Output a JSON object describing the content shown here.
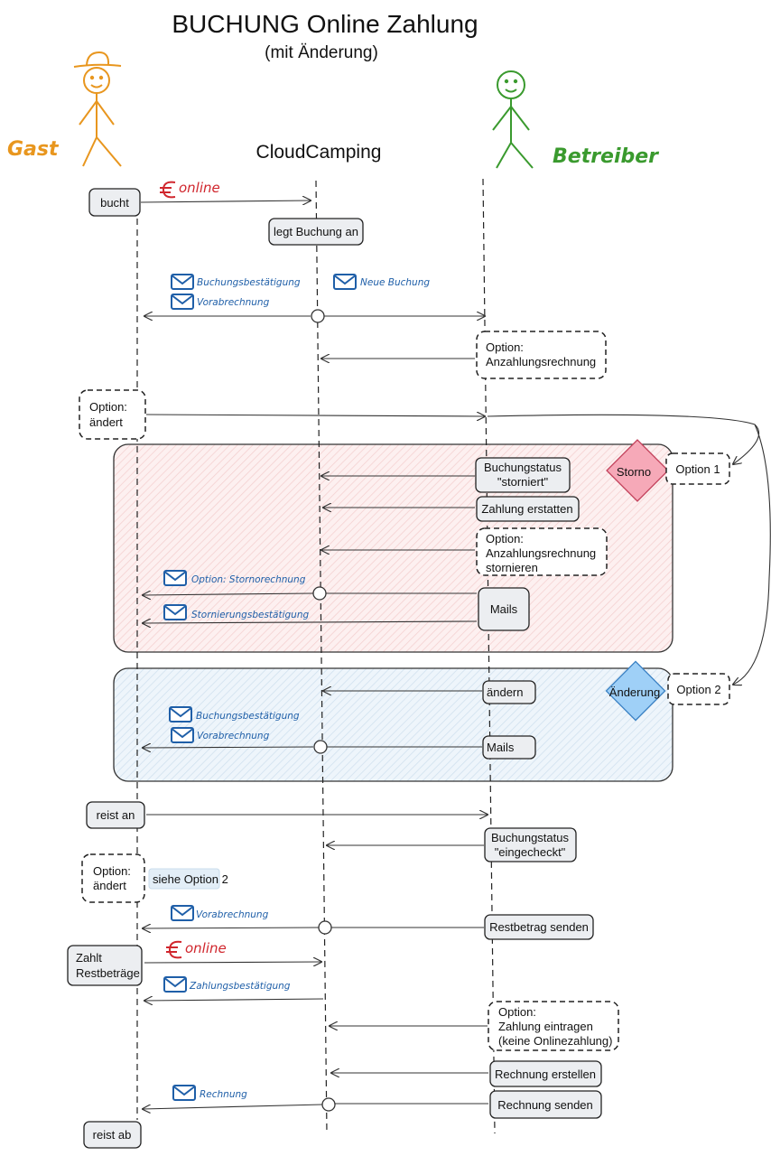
{
  "title": "BUCHUNG Online Zahlung",
  "subtitle": "(mit Änderung)",
  "actors": {
    "guest": "Gast",
    "system": "CloudCamping",
    "operator": "Betreiber"
  },
  "payment_label": "online",
  "steps": {
    "bucht": "bucht",
    "legt_buchung_an": "legt Buchung an",
    "option_anzahlung_1": "Option:",
    "option_anzahlung_2": "Anzahlungsrechnung",
    "option_aendert_1": "Option:",
    "option_aendert_2": "ändert",
    "status_storniert_1": "Buchungstatus",
    "status_storniert_2": "\"storniert\"",
    "zahlung_erstatten": "Zahlung erstatten",
    "option_storno_1": "Option:",
    "option_storno_2": "Anzahlungsrechnung",
    "option_storno_3": "stornieren",
    "mails": "Mails",
    "aendern": "ändern",
    "mails2": "Mails",
    "reist_an": "reist an",
    "status_eingecheckt_1": "Buchungstatus",
    "status_eingecheckt_2": "\"eingecheckt\"",
    "option_aendert2_1": "Option:",
    "option_aendert2_2": "ändert",
    "siehe_option": "siehe Option 2",
    "restbetrag_senden": "Restbetrag senden",
    "zahlt_1": "Zahlt",
    "zahlt_2": "Restbeträge",
    "option_zahlung_1": "Option:",
    "option_zahlung_2": "Zahlung eintragen",
    "option_zahlung_3": "(keine Onlinezahlung)",
    "rechnung_erstellen": "Rechnung erstellen",
    "rechnung_senden": "Rechnung senden",
    "reist_ab": "reist ab"
  },
  "options": {
    "option1": "Option 1",
    "option2": "Option 2",
    "storno": "Storno",
    "aenderung": "Änderung"
  },
  "mails": {
    "buchungsbestaetigung": "Buchungsbestätigung",
    "vorabrechnung": "Vorabrechnung",
    "neue_buchung": "Neue Buchung",
    "stornorechnung": "Option: Stornorechnung",
    "stornierungsbestaetigung": "Stornierungsbestätigung",
    "buchungsbestaetigung2": "Buchungsbestätigung",
    "vorabrechnung2": "Vorabrechnung",
    "vorabrechnung3": "Vorabrechnung",
    "zahlungsbestaetigung": "Zahlungsbestätigung",
    "rechnung": "Rechnung"
  },
  "colors": {
    "guest": "#e8961e",
    "operator": "#3a9a2e",
    "euro": "#d0262d",
    "mail": "#1f5fa8",
    "storno_bg": "#fbe6e6",
    "storno_diamond": "#f6a9b8",
    "aenderung_bg": "#e3eef7",
    "aenderung_diamond": "#9fd0f7"
  }
}
